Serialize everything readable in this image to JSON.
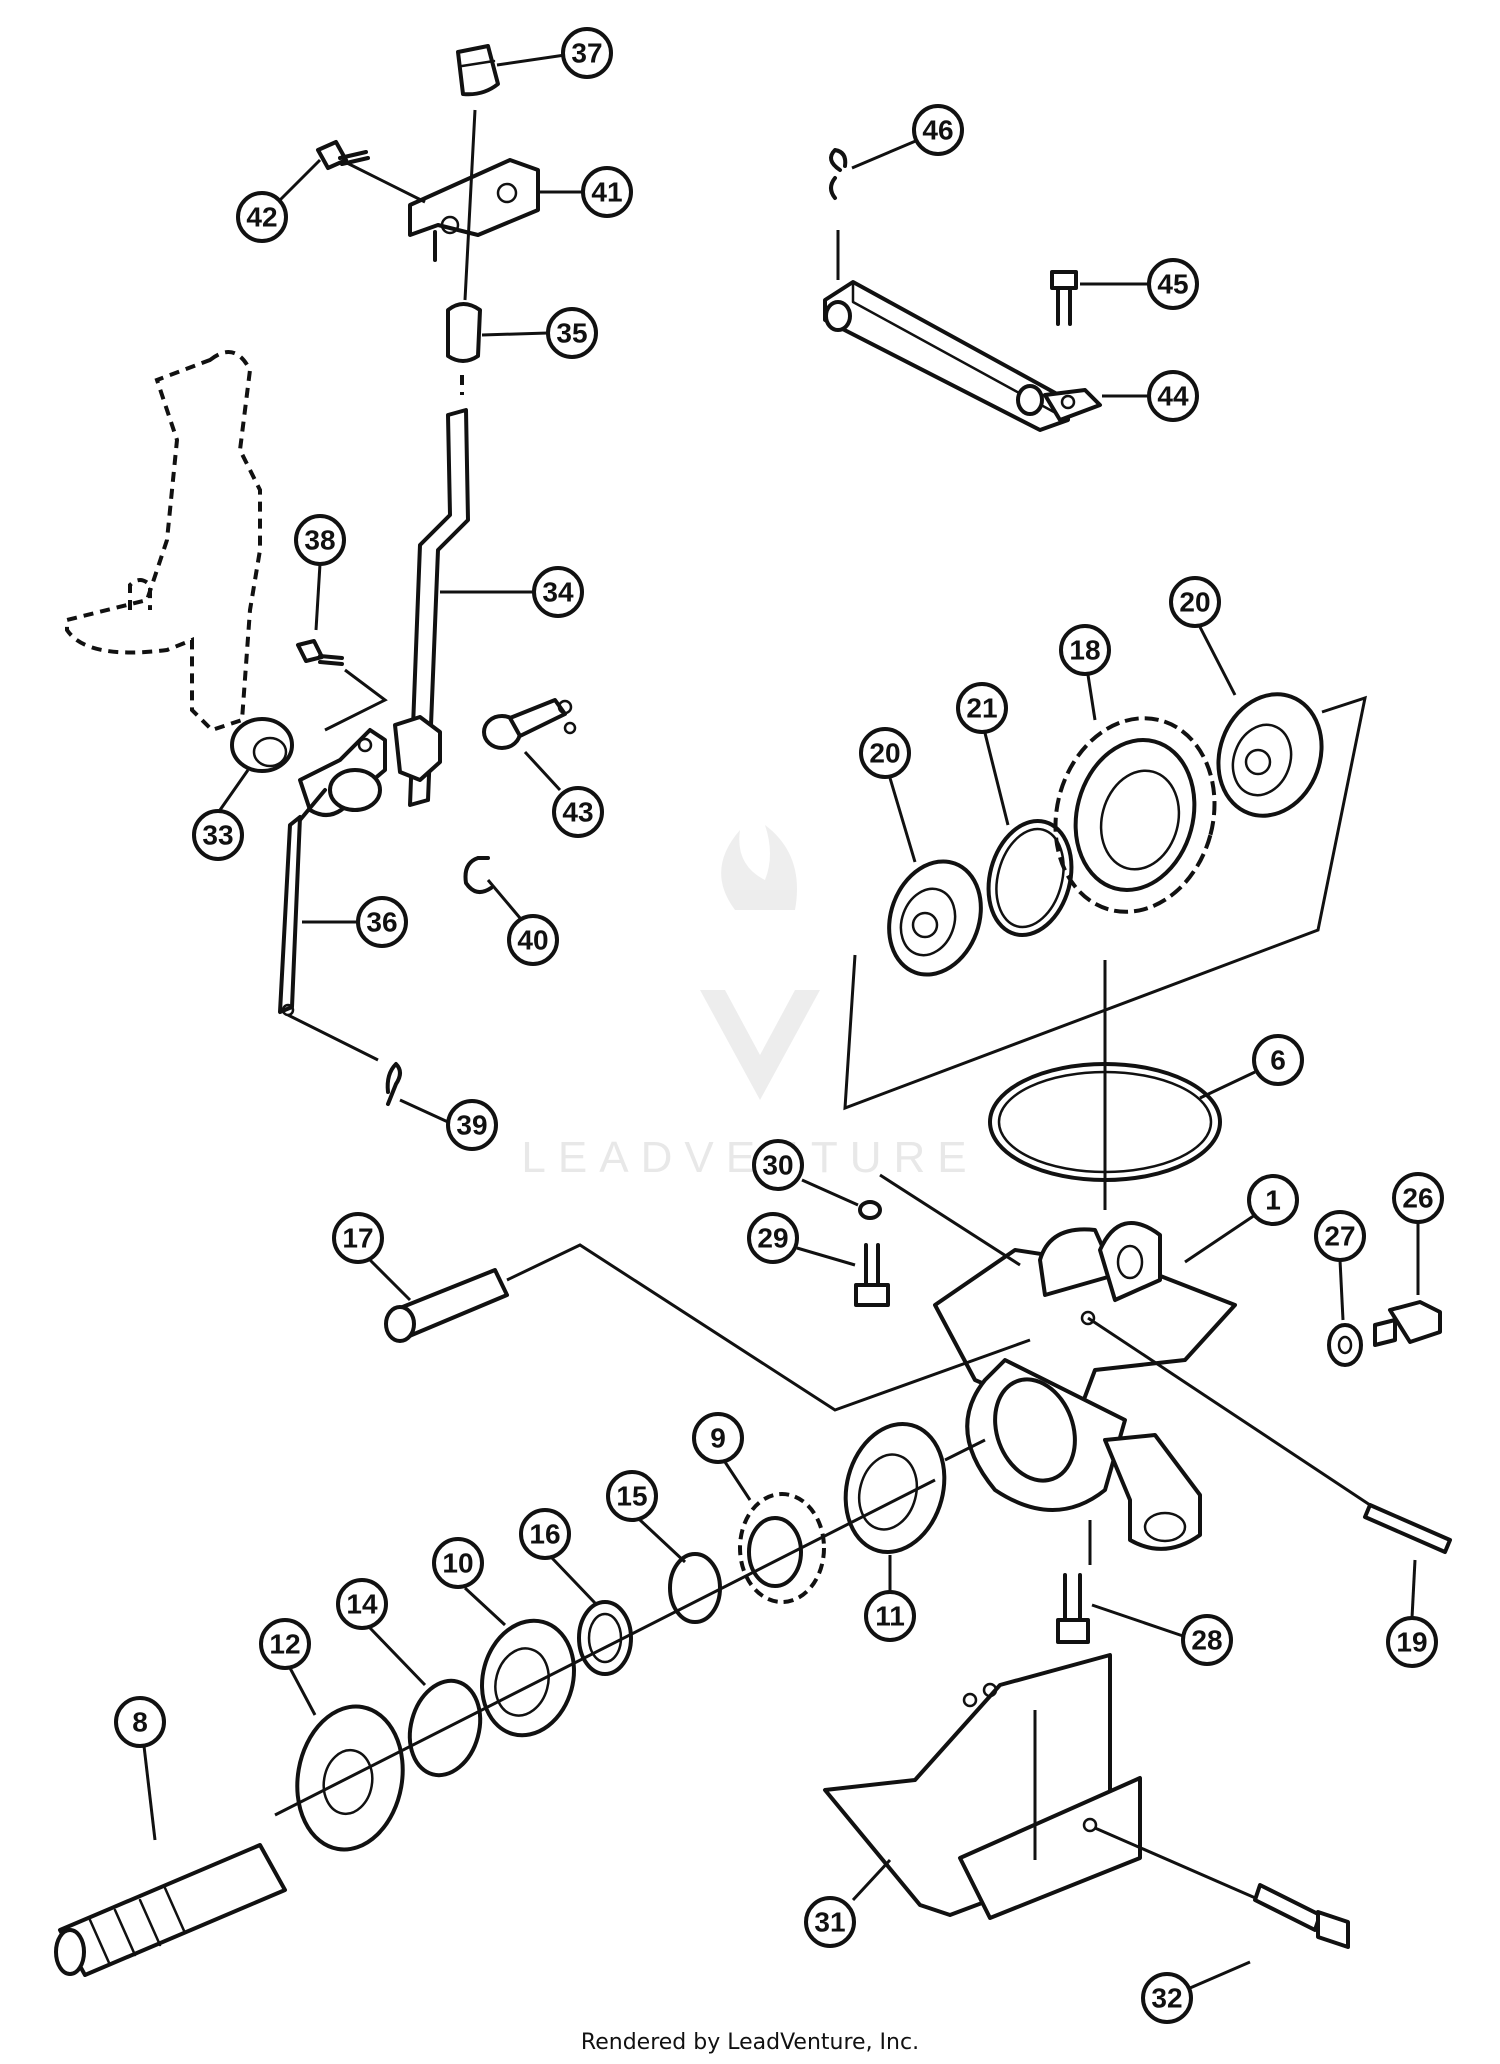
{
  "watermark": "LEADVENTURE",
  "credit": "Rendered by LeadVenture, Inc.",
  "callouts": [
    {
      "id": "37",
      "label": "37"
    },
    {
      "id": "41",
      "label": "41"
    },
    {
      "id": "42",
      "label": "42"
    },
    {
      "id": "35",
      "label": "35"
    },
    {
      "id": "46",
      "label": "46"
    },
    {
      "id": "45",
      "label": "45"
    },
    {
      "id": "44",
      "label": "44"
    },
    {
      "id": "38",
      "label": "38"
    },
    {
      "id": "34",
      "label": "34"
    },
    {
      "id": "33",
      "label": "33"
    },
    {
      "id": "43",
      "label": "43"
    },
    {
      "id": "36",
      "label": "36"
    },
    {
      "id": "40",
      "label": "40"
    },
    {
      "id": "39",
      "label": "39"
    },
    {
      "id": "20a",
      "label": "20"
    },
    {
      "id": "21",
      "label": "21"
    },
    {
      "id": "18",
      "label": "18"
    },
    {
      "id": "20b",
      "label": "20"
    },
    {
      "id": "6",
      "label": "6"
    },
    {
      "id": "30",
      "label": "30"
    },
    {
      "id": "29",
      "label": "29"
    },
    {
      "id": "1",
      "label": "1"
    },
    {
      "id": "27",
      "label": "27"
    },
    {
      "id": "26",
      "label": "26"
    },
    {
      "id": "17",
      "label": "17"
    },
    {
      "id": "9",
      "label": "9"
    },
    {
      "id": "15",
      "label": "15"
    },
    {
      "id": "16",
      "label": "16"
    },
    {
      "id": "10",
      "label": "10"
    },
    {
      "id": "14",
      "label": "14"
    },
    {
      "id": "12",
      "label": "12"
    },
    {
      "id": "8",
      "label": "8"
    },
    {
      "id": "11",
      "label": "11"
    },
    {
      "id": "28",
      "label": "28"
    },
    {
      "id": "19",
      "label": "19"
    },
    {
      "id": "31",
      "label": "31"
    },
    {
      "id": "32",
      "label": "32"
    }
  ]
}
